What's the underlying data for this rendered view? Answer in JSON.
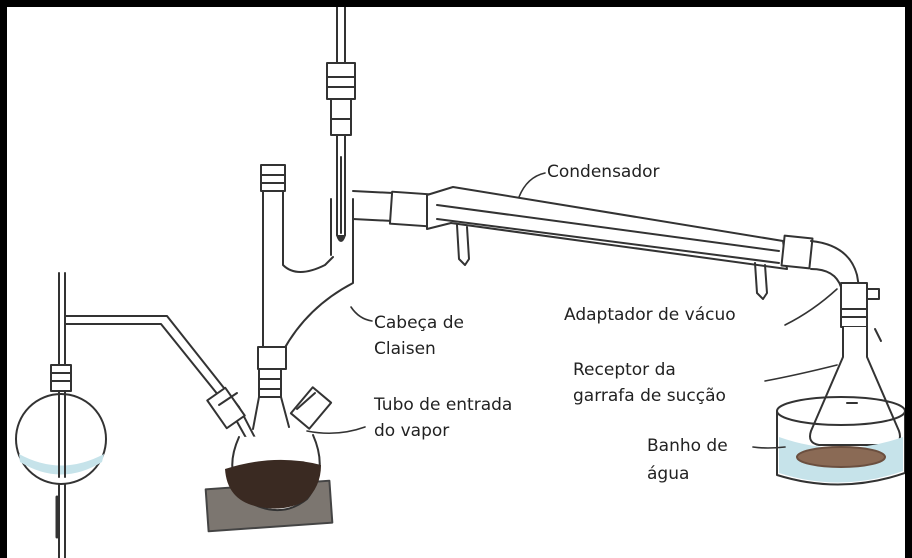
{
  "diagram": {
    "labels": {
      "condensador": "Condensador",
      "cabeca_line1": "Cabeça de",
      "cabeca_line2": "Claisen",
      "tubo_line1": "Tubo de entrada",
      "tubo_line2": "do vapor",
      "adaptador": "Adaptador de vácuo",
      "receptor_line1": "Receptor da",
      "receptor_line2": "garrafa de sucção",
      "banho_line1": "Banho de",
      "banho_line2": "água"
    },
    "colors": {
      "frame": "#000000",
      "glass_outline": "#333333",
      "water": "#c6e3ea",
      "liquid_dark": "#3a2a22",
      "sediment": "#8a6a55"
    }
  }
}
